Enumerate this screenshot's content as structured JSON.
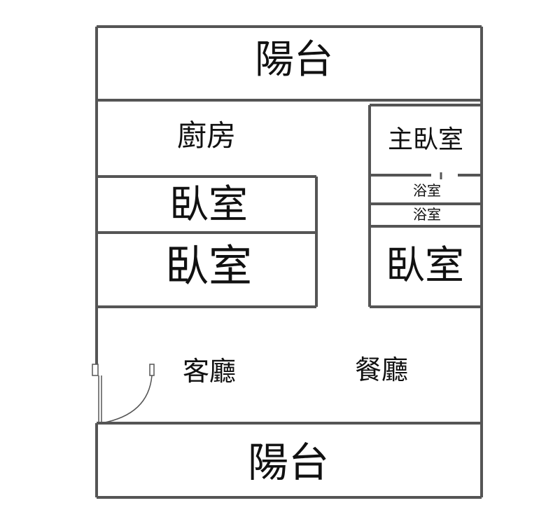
{
  "floorplan": {
    "rooms": {
      "balcony_top": "陽台",
      "kitchen": "廚房",
      "bedroom_1": "臥室",
      "bedroom_2": "臥室",
      "master_bedroom": "主臥室",
      "bathroom_1": "浴室",
      "bathroom_2": "浴室",
      "bedroom_3": "臥室",
      "living_room": "客廳",
      "dining_room": "餐廳",
      "balcony_bottom": "陽台"
    },
    "colors": {
      "wall": "#555555",
      "background": "#ffffff",
      "text": "#111111"
    }
  }
}
